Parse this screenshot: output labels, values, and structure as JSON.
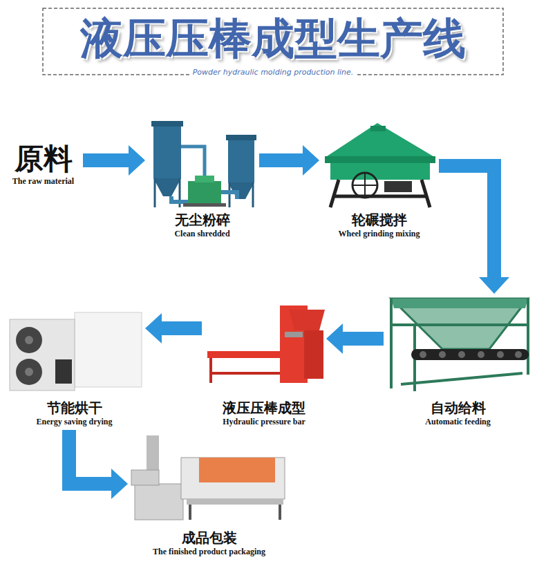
{
  "diagram": {
    "title": "液压压棒成型生产线",
    "nodes": [
      {
        "text": [
          "原料",
          "The raw material"
        ]
      },
      {
        "text": [
          "无尘粉碎",
          "Clean shredded"
        ]
      },
      {
        "text": [
          "轮碾搅拌",
          "Wheel grinding mixing"
        ]
      },
      {
        "text": [
          "自动给料",
          "Automatic feeding"
        ]
      },
      {
        "text": [
          "液压压棒成型",
          "Hydraulic pressure bar"
        ]
      },
      {
        "text": [
          "节能烘干",
          "Energy saving drying"
        ]
      },
      {
        "text": [
          "成品包装",
          "The finished product packaging"
        ]
      }
    ],
    "edges": [
      {
        "from": 0,
        "to": 1,
        "arrow": "to"
      },
      {
        "from": 1,
        "to": 2,
        "arrow": "to"
      },
      {
        "from": 2,
        "to": 3,
        "arrow": "to"
      },
      {
        "from": 3,
        "to": 4,
        "arrow": "to"
      },
      {
        "from": 4,
        "to": 5,
        "arrow": "to"
      },
      {
        "from": 5,
        "to": 6,
        "arrow": "to"
      }
    ],
    "labels": [
      "Powder hydraulic molding production line."
    ]
  }
}
